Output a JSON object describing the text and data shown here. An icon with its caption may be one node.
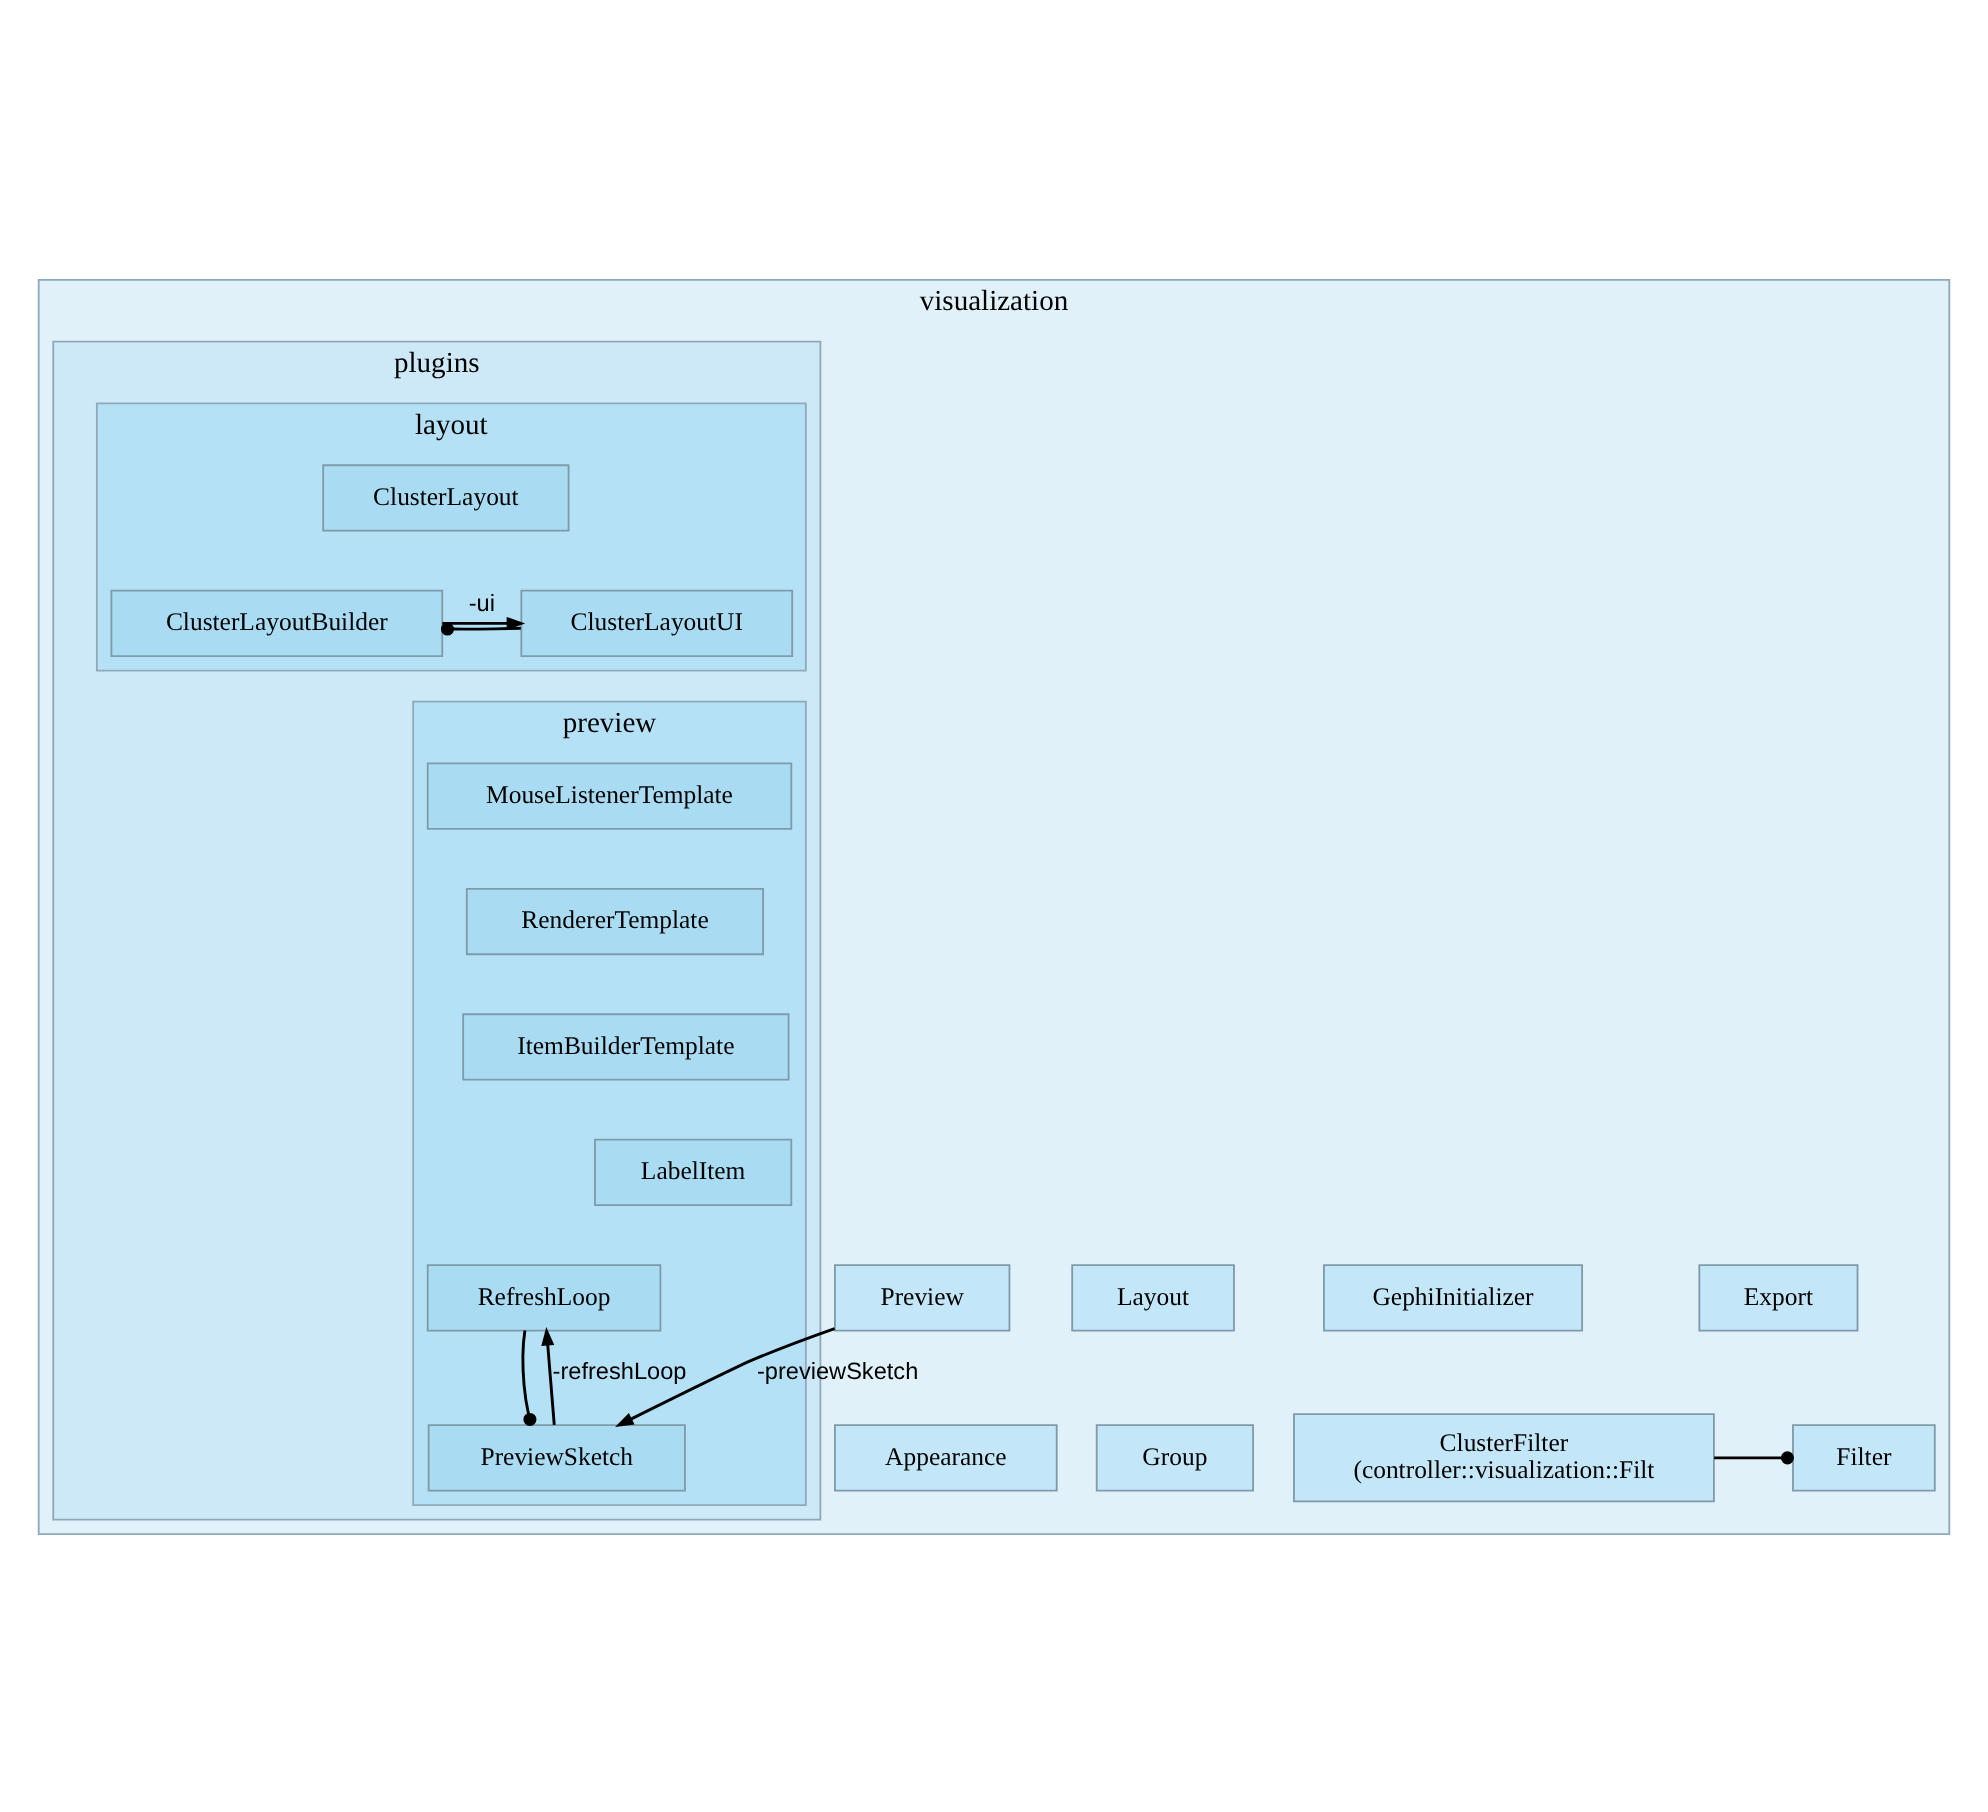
{
  "diagram": {
    "nodes": [
      {
        "text": [
          "visualization"
        ]
      },
      {
        "text": [
          "plugins"
        ],
        "in": 0
      },
      {
        "text": [
          "layout"
        ],
        "in": 1
      },
      {
        "text": [
          "ClusterLayout"
        ],
        "in": 2
      },
      {
        "text": [
          "ClusterLayoutUI"
        ],
        "in": 2
      },
      {
        "text": [
          "ClusterLayoutBuilder"
        ],
        "in": 2
      },
      {
        "text": [
          "preview"
        ],
        "in": 1
      },
      {
        "text": [
          "RefreshLoop"
        ],
        "in": 6
      },
      {
        "text": [
          "MouseListenerTemplate"
        ],
        "in": 6
      },
      {
        "text": [
          "RendererTemplate"
        ],
        "in": 6
      },
      {
        "text": [
          "PreviewSketch"
        ],
        "in": 6
      },
      {
        "text": [
          "ItemBuilderTemplate"
        ],
        "in": 6
      },
      {
        "text": [
          "LabelItem"
        ],
        "in": 6
      },
      {
        "text": [
          "Layout"
        ],
        "in": 0
      },
      {
        "text": [
          "Preview"
        ],
        "in": 0
      },
      {
        "text": [
          "Export"
        ],
        "in": 0
      },
      {
        "text": [
          "GephiInitializer"
        ],
        "in": 0
      },
      {
        "text": [
          "Group"
        ],
        "in": 0
      },
      {
        "text": [
          "Appearance"
        ],
        "in": 0
      },
      {
        "text": [
          "Filter"
        ],
        "in": 0
      },
      {
        "text": [
          "ClusterFilter",
          "(controller::visualization::Filt"
        ],
        "in": 0
      }
    ],
    "edges": [
      {
        "from": 5,
        "to": 4,
        "arrow": "to",
        "label": "-ui"
      },
      {
        "from": 4,
        "to": 5,
        "arrow": "other"
      },
      {
        "from": 10,
        "to": 7,
        "arrow": "to",
        "label": "-refreshLoop"
      },
      {
        "from": 7,
        "to": 10,
        "arrow": "other"
      },
      {
        "from": 14,
        "to": 10,
        "arrow": "to",
        "label": "-previewSketch"
      },
      {
        "from": 20,
        "to": 19,
        "arrow": "other"
      }
    ]
  }
}
